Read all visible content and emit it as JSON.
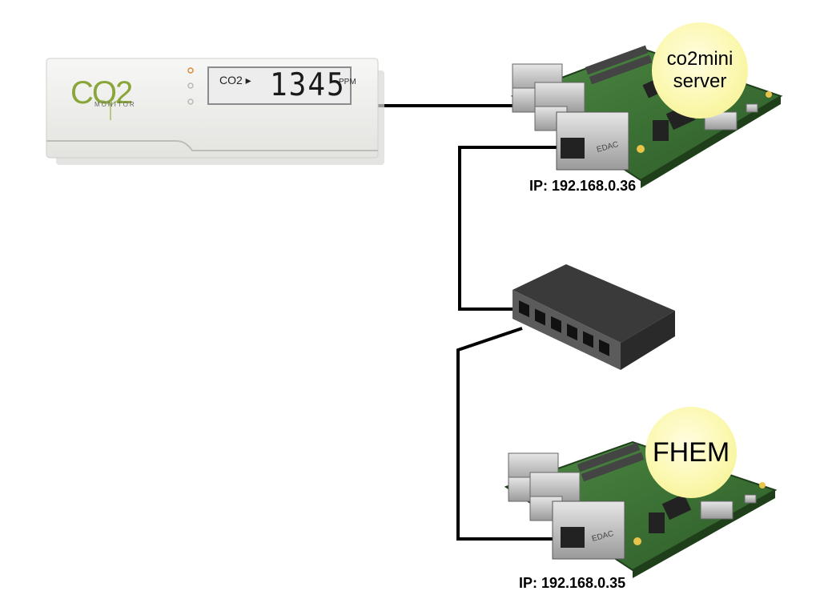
{
  "monitor": {
    "logo_text": "CO2",
    "logo_subtext": "MONITOR",
    "display_label": "CO2 ▸",
    "display_value": "1345",
    "display_unit": "PPM",
    "icon": "co2-monitor-device-icon"
  },
  "server_top": {
    "bubble_label": "co2mini server",
    "ip_label": "IP: 192.168.0.36",
    "icon": "raspberry-pi-board-icon"
  },
  "server_bottom": {
    "bubble_label": "FHEM",
    "ip_label": "IP: 192.168.0.35",
    "icon": "raspberry-pi-board-icon"
  },
  "switch": {
    "icon": "network-switch-icon",
    "port_count": 6
  },
  "colors": {
    "cable": "#000000",
    "bubble": "#fbf8b0",
    "board": "#3a6e34",
    "switch_body": "#333333"
  }
}
